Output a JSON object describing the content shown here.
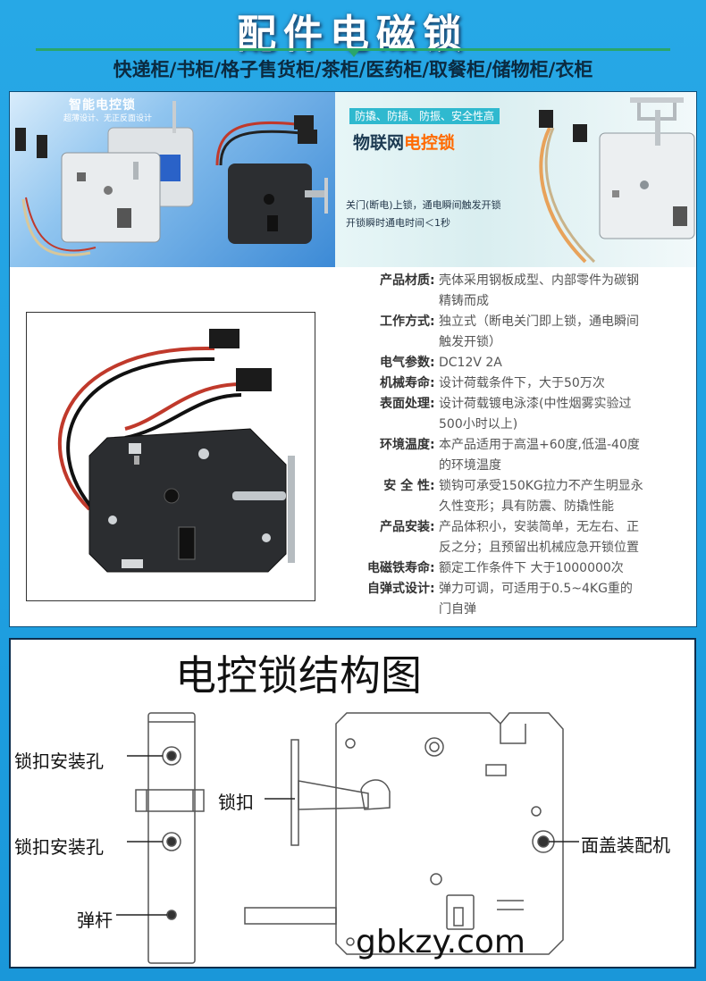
{
  "header": {
    "title": "配件电磁锁",
    "subtitle": "快递柜/书柜/格子售货柜/茶柜/医药柜/取餐柜/储物柜/衣柜"
  },
  "banner_left": {
    "title": "智能电控锁",
    "subtitle": "超薄设计、无正反面设计"
  },
  "banner_right": {
    "tagline": "防撬、防插、防振、安全性高",
    "title_a": "物联网",
    "title_b": "电控锁",
    "desc_1": "关门(断电)上锁，通电瞬间触发开锁",
    "desc_2": "开锁瞬时通电时间＜1秒"
  },
  "specs": [
    {
      "label": "产品材质",
      "value": "壳体采用钢板成型、内部零件为碳钢",
      "cont": "精铸而成"
    },
    {
      "label": "工作方式",
      "value": "独立式（断电关门即上锁，通电瞬间",
      "cont": "触发开锁）"
    },
    {
      "label": "电气参数",
      "value": "DC12V 2A",
      "cont": ""
    },
    {
      "label": "机械寿命",
      "value": "设计荷载条件下，大于50万次",
      "cont": ""
    },
    {
      "label": "表面处理",
      "value": "设计荷载镀电泳漆(中性烟雾实验过",
      "cont": "500小时以上)"
    },
    {
      "label": "环境温度",
      "value": "本产品适用于高温+60度,低温-40度",
      "cont": "的环境温度"
    },
    {
      "label": "安 全 性",
      "value": "锁钩可承受150KG拉力不产生明显永",
      "cont": "久性变形；具有防震、防撬性能"
    },
    {
      "label": "产品安装",
      "value": "产品体积小，安装简单，无左右、正",
      "cont": "反之分；且预留出机械应急开锁位置"
    },
    {
      "label": "电磁铁寿命",
      "value": "额定工作条件下 大于1000000次",
      "cont": ""
    },
    {
      "label": "自弹式设计",
      "value": "弹力可调，可适用于0.5~4KG重的",
      "cont": "门自弹"
    }
  ],
  "structure": {
    "title": "电控锁结构图",
    "labels": {
      "catch_hole_1": "锁扣安装孔",
      "catch_hole_2": "锁扣安装孔",
      "spring_rod": "弹杆",
      "catch": "锁扣",
      "cover_mount": "面盖装配机"
    },
    "watermark": "gbkzy.com"
  },
  "colors": {
    "background": "#1e9fe0",
    "header_line": "#2aa66a",
    "tag_bg": "#2fb9cf",
    "highlight": "#ff6a00"
  }
}
